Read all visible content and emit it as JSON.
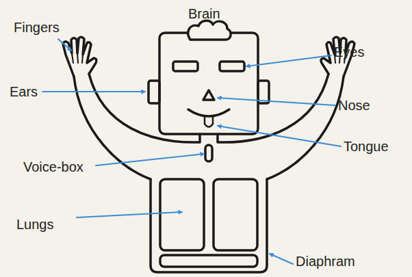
{
  "diagram": {
    "labels": [
      "Brain",
      "Fingers",
      "Eyes",
      "Ears",
      "Nose",
      "Tongue",
      "Voice-box",
      "Lungs",
      "Diaphram"
    ]
  }
}
